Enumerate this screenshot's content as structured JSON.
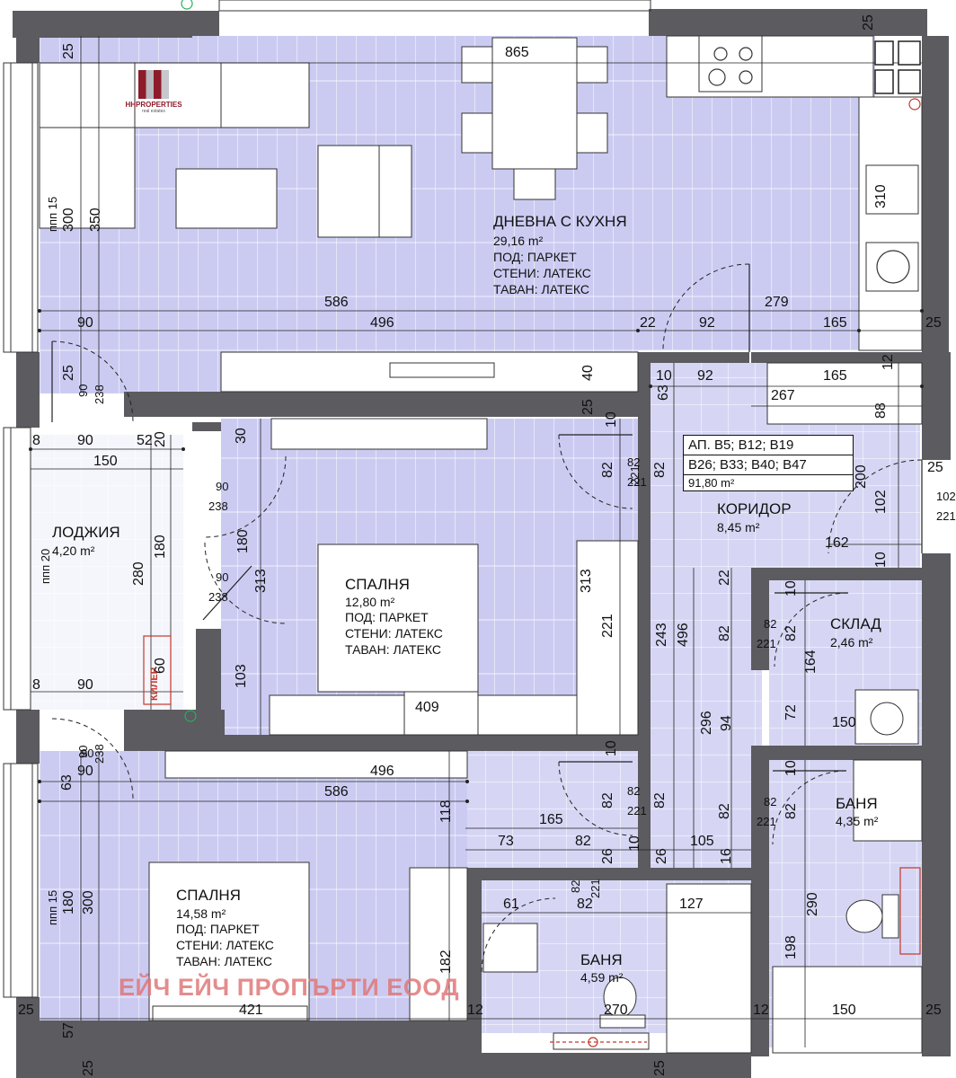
{
  "plan": {
    "apartment_label": {
      "line1": "АП. В5; В12; В19",
      "line2": "В26; В33; В40; В47",
      "area": "91,80 m²"
    },
    "rooms": {
      "living": {
        "name": "ДНЕВНА С КУХНЯ",
        "area": "29,16 m²",
        "floor": "ПОД: ПАРКЕТ",
        "walls": "СТЕНИ: ЛАТЕКС",
        "ceiling": "ТАВАН: ЛАТЕКС"
      },
      "bedroom1": {
        "name": "СПАЛНЯ",
        "area": "12,80 m²",
        "floor": "ПОД: ПАРКЕТ",
        "walls": "СТЕНИ: ЛАТЕКС",
        "ceiling": "ТАВАН: ЛАТЕКС"
      },
      "bedroom2": {
        "name": "СПАЛНЯ",
        "area": "14,58 m²",
        "floor": "ПОД: ПАРКЕТ",
        "walls": "СТЕНИ: ЛАТЕКС",
        "ceiling": "ТАВАН: ЛАТЕКС"
      },
      "loggia": {
        "name": "ЛОДЖИЯ",
        "area": "4,20 m²"
      },
      "corridor": {
        "name": "КОРИДОР",
        "area": "8,45 m²"
      },
      "storage": {
        "name": "СКЛАД",
        "area": "2,46 m²"
      },
      "bath1": {
        "name": "БАНЯ",
        "area": "4,35 m²"
      },
      "bath2": {
        "name": "БАНЯ",
        "area": "4,59 m²"
      }
    },
    "closet_label": "КИЛЕР",
    "logo": {
      "name": "HHPROPERTIES",
      "sub": "real estates"
    },
    "watermark": "ЕЙЧ ЕЙЧ ПРОПЪРТИ ЕООД",
    "colors": {
      "floor": "#c9c9f0",
      "wall": "#5a5a5f",
      "watermark": "#e0787a"
    },
    "dimensions": {
      "d865": "865",
      "d586a": "586",
      "d496a": "496",
      "d279": "279",
      "d90a": "90",
      "d22a": "22",
      "d92a": "92",
      "d165a": "165",
      "d25a": "25",
      "d25b": "25",
      "d40": "40",
      "d25c": "25",
      "d10a": "10",
      "d92b": "92",
      "d165b": "165",
      "d267": "267",
      "d12a": "12",
      "d63a": "63",
      "d88": "88",
      "d8a": "8",
      "d90b": "90",
      "d52": "52",
      "d20a": "20",
      "d150a": "150",
      "d30": "30",
      "d90c": "90",
      "d238a": "238",
      "d180a": "180",
      "d280": "280",
      "d180b": "180",
      "d313a": "313",
      "d90d": "90",
      "d238b": "238",
      "d103": "103",
      "d313b": "313",
      "d221a": "221",
      "d82a": "82",
      "d82b": "82",
      "d221b": "221",
      "d82c": "82",
      "d200": "200",
      "d102a": "102",
      "d102b": "102",
      "d221c": "221",
      "d25d": "25",
      "d162": "162",
      "d10b": "10",
      "d22b": "22",
      "d496b": "496",
      "d243": "243",
      "d10c": "10",
      "d82d": "82",
      "d221d": "221",
      "d82e": "82",
      "d164": "164",
      "d82f": "82",
      "d60": "60",
      "d8b": "8",
      "d90e": "90",
      "d409": "409",
      "d296": "296",
      "d94": "94",
      "d72": "72",
      "d150b": "150",
      "d63b": "63",
      "d90f": "90",
      "d238c": "238",
      "d496c": "496",
      "d586b": "586",
      "d10d": "10",
      "d82g": "82",
      "d221e": "221",
      "d82h": "82",
      "d118": "118",
      "d165c": "165",
      "d73": "73",
      "d82i": "82",
      "d26a": "26",
      "d10e": "10",
      "d26b": "26",
      "d105": "105",
      "d16": "16",
      "d82j": "82",
      "d221f": "221",
      "d82k": "82",
      "d10f": "10",
      "d82l": "82",
      "d221g": "221",
      "d180c": "180",
      "d300a": "300",
      "d61": "61",
      "d82m": "82",
      "d127": "127",
      "d182": "182",
      "d290": "290",
      "d198": "198",
      "d25e": "25",
      "d57": "57",
      "d421": "421",
      "d12b": "12",
      "d270": "270",
      "d12c": "12",
      "d150c": "150",
      "d25f": "25",
      "d25g": "25",
      "d300b": "300",
      "d350": "350",
      "d310": "310",
      "d25h": "25",
      "d10g": "10",
      "d25i": "25",
      "d25j": "25",
      "d90g": "90",
      "d238d": "238",
      "d221h": "221",
      "ppn15a": "ппп 15",
      "ppn20": "ппп 20",
      "ppn15b": "ппп 15"
    }
  }
}
